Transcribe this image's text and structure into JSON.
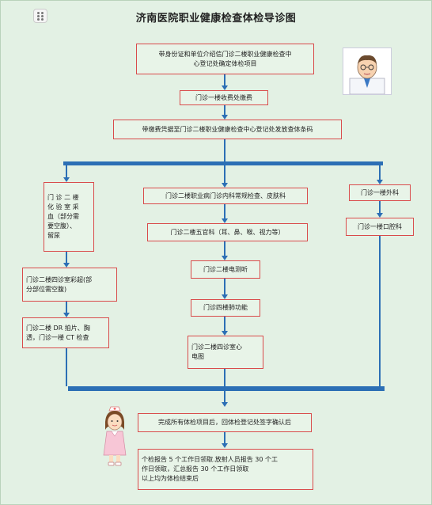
{
  "title": "济南医院职业健康检查体检导诊图",
  "steps": {
    "s1": "带身份证和单位介绍信门诊二楼职业健康检查中\n心登记处确定体检项目",
    "s2": "门诊一楼收费处缴费",
    "s3": "带缴费凭据至门诊二楼职业健康检查中心登记处发放查体条码",
    "left1": "门 诊 二 楼\n化 验 室 采\n血（部分需\n要空腹）、\n留尿",
    "left2": "门诊二楼四诊室彩超(部\n分部位需空腹)",
    "left3": "门诊二楼 DR 拍片、胸\n透，门诊一楼 CT 检查",
    "mid1": "门诊二楼职业病门诊内科常规检查、皮肤科",
    "mid2": "门诊二楼五官科（耳、鼻、喉、视力等）",
    "mid3": "门诊二楼电测听",
    "mid4": "门诊四楼肺功能",
    "mid5": "门诊二楼四诊室心\n电图",
    "right1": "门诊一楼外科",
    "right2": "门诊一楼口腔科",
    "s4": "完成所有体检项目后，回体检登记处签字确认后",
    "s5": "个检报告 5 个工作日领取.放射人员报告 30 个工\n作日领取，汇总报告 30 个工作日领取\n以上均为体检结束后"
  },
  "colors": {
    "background": "#e3f1e4",
    "box_border": "#d94b4b",
    "connector": "#2c6fb5"
  },
  "icons": [
    "doctor-avatar-icon",
    "nurse-avatar-icon",
    "drag-handle-icon"
  ]
}
